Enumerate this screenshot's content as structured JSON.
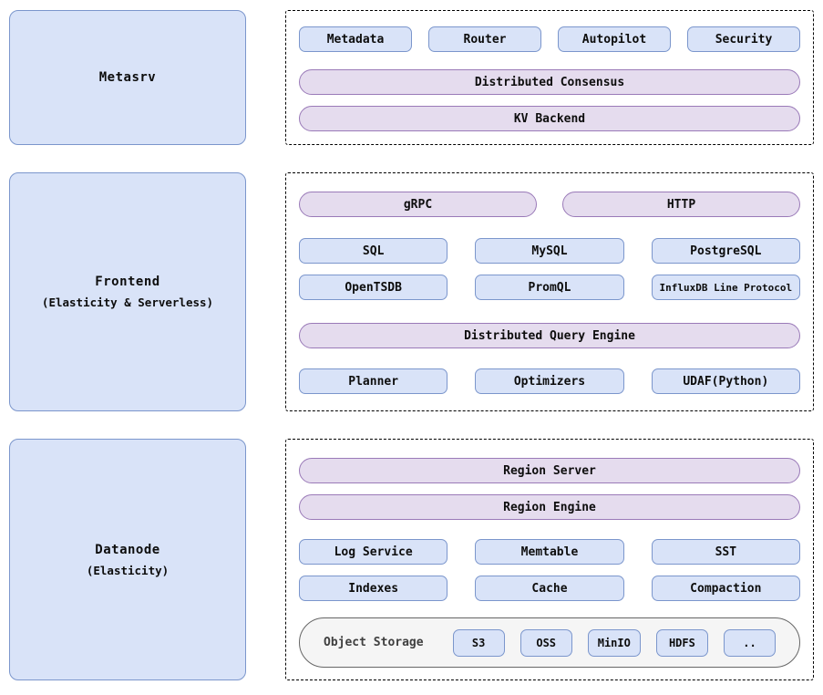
{
  "colors": {
    "blue_fill": "#d9e3f8",
    "blue_border": "#7b96cc",
    "purple_fill": "#e5dcee",
    "purple_border": "#9a7ab8",
    "gray_fill": "#f5f5f5",
    "gray_border": "#666666"
  },
  "metasrv": {
    "title": "Metasrv",
    "boxes": [
      "Metadata",
      "Router",
      "Autopilot",
      "Security"
    ],
    "consensus_pill": "Distributed Consensus",
    "kv_pill": "KV Backend"
  },
  "frontend": {
    "title": "Frontend",
    "subtitle": "(Elasticity & Serverless)",
    "grpc_pill": "gRPC",
    "http_pill": "HTTP",
    "protocols_row1": [
      "SQL",
      "MySQL",
      "PostgreSQL"
    ],
    "protocols_row2": [
      "OpenTSDB",
      "PromQL",
      "InfluxDB Line Protocol"
    ],
    "query_engine_pill": "Distributed Query Engine",
    "engine_parts": [
      "Planner",
      "Optimizers",
      "UDAF(Python)"
    ]
  },
  "datanode": {
    "title": "Datanode",
    "subtitle": "(Elasticity)",
    "region_server_pill": "Region Server",
    "region_engine_pill": "Region Engine",
    "components_row1": [
      "Log Service",
      "Memtable",
      "SST"
    ],
    "components_row2": [
      "Indexes",
      "Cache",
      "Compaction"
    ],
    "object_storage": {
      "label": "Object Storage",
      "items": [
        "S3",
        "OSS",
        "MinIO",
        "HDFS",
        ".."
      ]
    }
  }
}
